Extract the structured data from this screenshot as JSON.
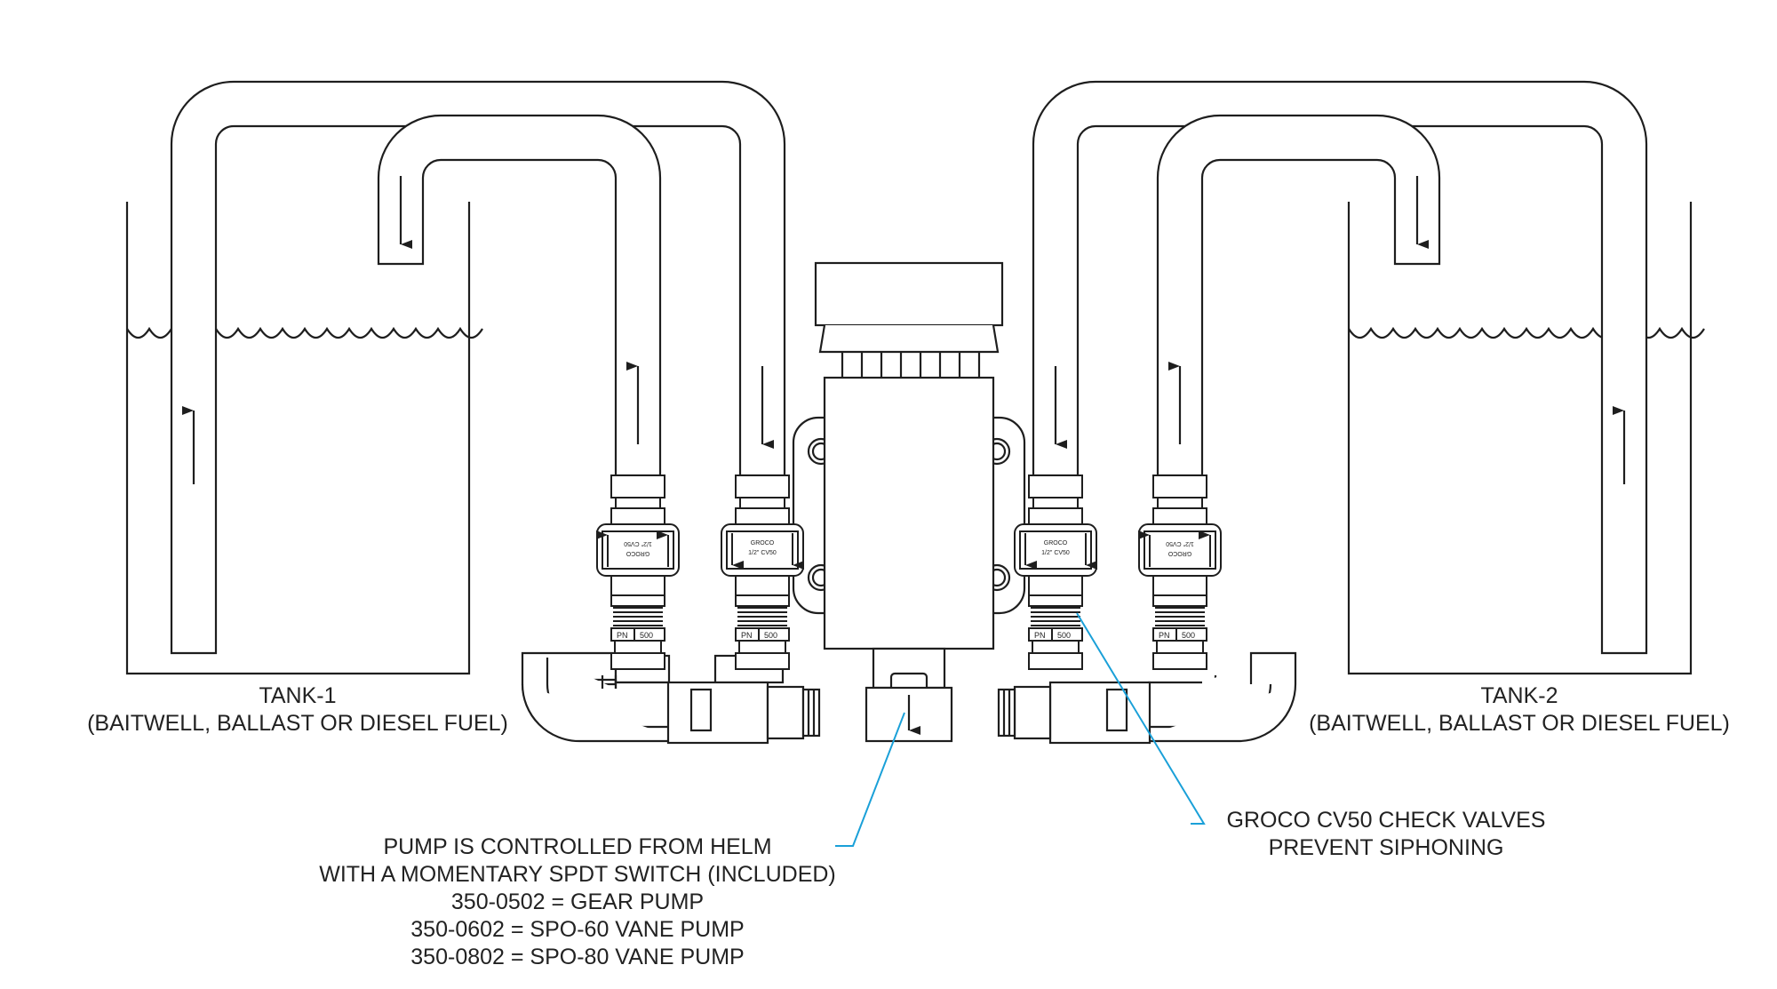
{
  "tank1": {
    "name": "TANK-1",
    "contents": "(BAITWELL, BALLAST OR DIESEL FUEL)"
  },
  "tank2": {
    "name": "TANK-2",
    "contents": "(BAITWELL, BALLAST OR DIESEL FUEL)"
  },
  "pump_note": {
    "line1": "PUMP IS CONTROLLED FROM HELM",
    "line2": "WITH A MOMENTARY SPDT SWITCH (INCLUDED)",
    "models": [
      "350-0502 = GEAR PUMP",
      "350-0602 = SPO-60 VANE PUMP",
      "350-0802 = SPO-80 VANE PUMP"
    ]
  },
  "valve_note": {
    "line1": "GROCO CV50 CHECK VALVES",
    "line2": "PREVENT SIPHONING"
  },
  "valve_marking": {
    "brand": "GROCO",
    "model": "1/2\" CV50"
  },
  "fitting_marking": {
    "prefix": "PN",
    "number": "500"
  },
  "colors": {
    "line": "#1e1e1e",
    "leader": "#1aa0d8"
  }
}
